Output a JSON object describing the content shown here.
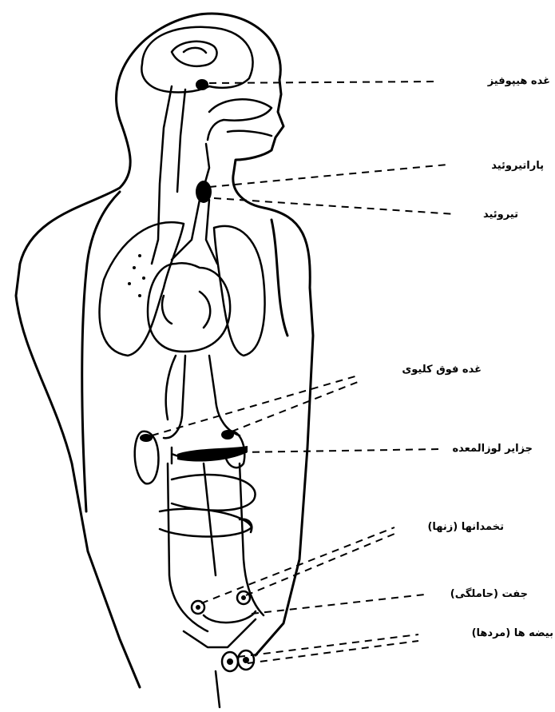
{
  "labels": {
    "pituitary": "غده هیپوفیز",
    "parathyroid": "پاراتیروئید",
    "thyroid": "تیروئید",
    "adrenal": "غده فوق کلیوی",
    "pancreas_islets": "جزایر لوزالمعده",
    "ovaries": "تخمدانها (زنها)",
    "placenta": "جفت (حاملگی)",
    "testes": "بیضه ها (مردها)"
  }
}
